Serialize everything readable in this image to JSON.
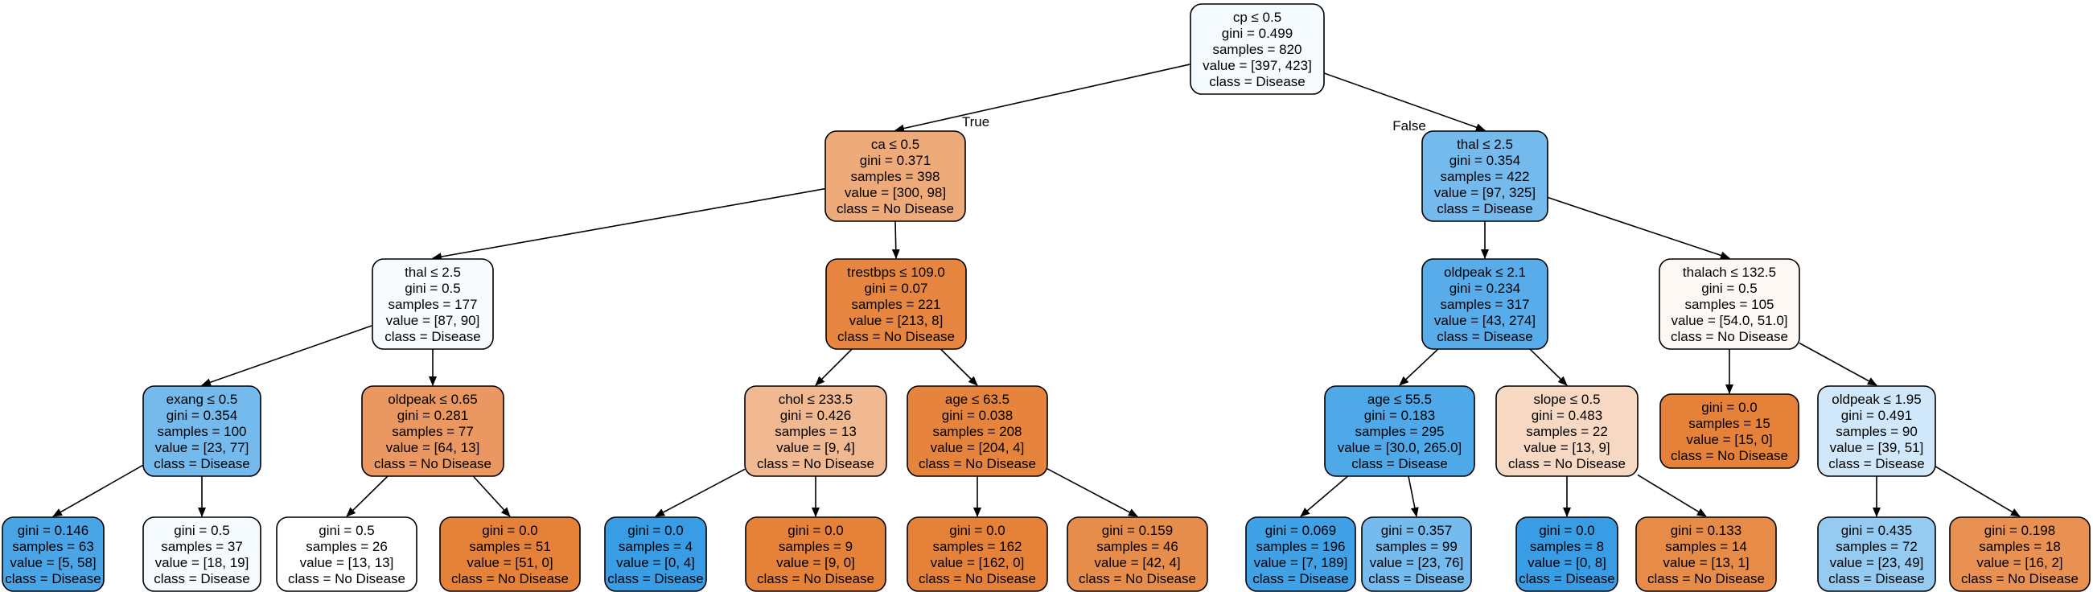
{
  "tree": {
    "nodes": [
      {
        "id": "n0",
        "lines": [
          "cp ≤ 0.5",
          "gini = 0.499",
          "samples = 820",
          "value = [397, 423]",
          "class = Disease"
        ],
        "color": "#f5fafe"
      },
      {
        "id": "n1",
        "lines": [
          "ca ≤ 0.5",
          "gini = 0.371",
          "samples = 398",
          "value = [300, 98]",
          "class = No Disease"
        ],
        "color": "#eeaa79"
      },
      {
        "id": "n2",
        "lines": [
          "thal ≤ 2.5",
          "gini = 0.354",
          "samples = 422",
          "value = [97, 325]",
          "class = Disease"
        ],
        "color": "#74baed"
      },
      {
        "id": "n3",
        "lines": [
          "thal ≤ 2.5",
          "gini = 0.5",
          "samples = 177",
          "value = [87, 90]",
          "class = Disease"
        ],
        "color": "#f8fbfe"
      },
      {
        "id": "n4",
        "lines": [
          "trestbps ≤ 109.0",
          "gini = 0.07",
          "samples = 221",
          "value = [213, 8]",
          "class = No Disease"
        ],
        "color": "#e68641"
      },
      {
        "id": "n5",
        "lines": [
          "oldpeak ≤ 2.1",
          "gini = 0.234",
          "samples = 317",
          "value = [43, 274]",
          "class = Disease"
        ],
        "color": "#58ace9"
      },
      {
        "id": "n6",
        "lines": [
          "thalach ≤ 132.5",
          "gini = 0.5",
          "samples = 105",
          "value = [54.0, 51.0]",
          "class = No Disease"
        ],
        "color": "#fef8f4"
      },
      {
        "id": "n7",
        "lines": [
          "exang ≤ 0.5",
          "gini = 0.354",
          "samples = 100",
          "value = [23, 77]",
          "class = Disease"
        ],
        "color": "#74baed"
      },
      {
        "id": "n8",
        "lines": [
          "oldpeak ≤ 0.65",
          "gini = 0.281",
          "samples = 77",
          "value = [64, 13]",
          "class = No Disease"
        ],
        "color": "#ea9761"
      },
      {
        "id": "n9",
        "lines": [
          "chol ≤ 233.5",
          "gini = 0.426",
          "samples = 13",
          "value = [9, 4]",
          "class = No Disease"
        ],
        "color": "#f1b991"
      },
      {
        "id": "n10",
        "lines": [
          "age ≤ 63.5",
          "gini = 0.038",
          "samples = 208",
          "value = [204, 4]",
          "class = No Disease"
        ],
        "color": "#e6843d"
      },
      {
        "id": "n11",
        "lines": [
          "age ≤ 55.5",
          "gini = 0.183",
          "samples = 295",
          "value = [30.0, 265.0]",
          "class = Disease"
        ],
        "color": "#4fa8e8"
      },
      {
        "id": "n12",
        "lines": [
          "slope ≤ 0.5",
          "gini = 0.483",
          "samples = 22",
          "value = [13, 9]",
          "class = No Disease"
        ],
        "color": "#f7d8c2"
      },
      {
        "id": "n13",
        "lines": [
          "gini = 0.0",
          "samples = 15",
          "value = [15, 0]",
          "class = No Disease"
        ],
        "color": "#e58139"
      },
      {
        "id": "n14",
        "lines": [
          "oldpeak ≤ 1.95",
          "gini = 0.491",
          "samples = 90",
          "value = [39, 51]",
          "class = Disease"
        ],
        "color": "#d0e8f9"
      },
      {
        "id": "n15",
        "lines": [
          "gini = 0.146",
          "samples = 63",
          "value = [5, 58]",
          "class = Disease"
        ],
        "color": "#4aa5e7"
      },
      {
        "id": "n16",
        "lines": [
          "gini = 0.5",
          "samples = 37",
          "value = [18, 19]",
          "class = Disease"
        ],
        "color": "#f5fafe"
      },
      {
        "id": "n17",
        "lines": [
          "gini = 0.5",
          "samples = 26",
          "value = [13, 13]",
          "class = No Disease"
        ],
        "color": "#ffffff"
      },
      {
        "id": "n18",
        "lines": [
          "gini = 0.0",
          "samples = 51",
          "value = [51, 0]",
          "class = No Disease"
        ],
        "color": "#e58139"
      },
      {
        "id": "n19",
        "lines": [
          "gini = 0.0",
          "samples = 4",
          "value = [0, 4]",
          "class = Disease"
        ],
        "color": "#399de5"
      },
      {
        "id": "n20",
        "lines": [
          "gini = 0.0",
          "samples = 9",
          "value = [9, 0]",
          "class = No Disease"
        ],
        "color": "#e58139"
      },
      {
        "id": "n21",
        "lines": [
          "gini = 0.0",
          "samples = 162",
          "value = [162, 0]",
          "class = No Disease"
        ],
        "color": "#e58139"
      },
      {
        "id": "n22",
        "lines": [
          "gini = 0.159",
          "samples = 46",
          "value = [42, 4]",
          "class = No Disease"
        ],
        "color": "#e78d4c"
      },
      {
        "id": "n23",
        "lines": [
          "gini = 0.069",
          "samples = 196",
          "value = [7, 189]",
          "class = Disease"
        ],
        "color": "#40a1e6"
      },
      {
        "id": "n24",
        "lines": [
          "gini = 0.357",
          "samples = 99",
          "value = [23, 76]",
          "class = Disease"
        ],
        "color": "#75bbed"
      },
      {
        "id": "n25",
        "lines": [
          "gini = 0.0",
          "samples = 8",
          "value = [0, 8]",
          "class = Disease"
        ],
        "color": "#399de5"
      },
      {
        "id": "n26",
        "lines": [
          "gini = 0.133",
          "samples = 14",
          "value = [13, 1]",
          "class = No Disease"
        ],
        "color": "#e78b48"
      },
      {
        "id": "n27",
        "lines": [
          "gini = 0.435",
          "samples = 72",
          "value = [23, 49]",
          "class = Disease"
        ],
        "color": "#96cbf1"
      },
      {
        "id": "n28",
        "lines": [
          "gini = 0.198",
          "samples = 18",
          "value = [16, 2]",
          "class = No Disease"
        ],
        "color": "#e89152"
      }
    ],
    "edges": [
      {
        "from": "n0",
        "to": "n1",
        "label": "True"
      },
      {
        "from": "n0",
        "to": "n2",
        "label": "False"
      },
      {
        "from": "n1",
        "to": "n3"
      },
      {
        "from": "n1",
        "to": "n4"
      },
      {
        "from": "n2",
        "to": "n5"
      },
      {
        "from": "n2",
        "to": "n6"
      },
      {
        "from": "n3",
        "to": "n7"
      },
      {
        "from": "n3",
        "to": "n8"
      },
      {
        "from": "n4",
        "to": "n9"
      },
      {
        "from": "n4",
        "to": "n10"
      },
      {
        "from": "n5",
        "to": "n11"
      },
      {
        "from": "n5",
        "to": "n12"
      },
      {
        "from": "n6",
        "to": "n13"
      },
      {
        "from": "n6",
        "to": "n14"
      },
      {
        "from": "n7",
        "to": "n15"
      },
      {
        "from": "n7",
        "to": "n16"
      },
      {
        "from": "n8",
        "to": "n17"
      },
      {
        "from": "n8",
        "to": "n18"
      },
      {
        "from": "n9",
        "to": "n19"
      },
      {
        "from": "n9",
        "to": "n20"
      },
      {
        "from": "n10",
        "to": "n21"
      },
      {
        "from": "n10",
        "to": "n22"
      },
      {
        "from": "n11",
        "to": "n23"
      },
      {
        "from": "n11",
        "to": "n24"
      },
      {
        "from": "n12",
        "to": "n25"
      },
      {
        "from": "n12",
        "to": "n26"
      },
      {
        "from": "n14",
        "to": "n27"
      },
      {
        "from": "n14",
        "to": "n28"
      }
    ]
  }
}
